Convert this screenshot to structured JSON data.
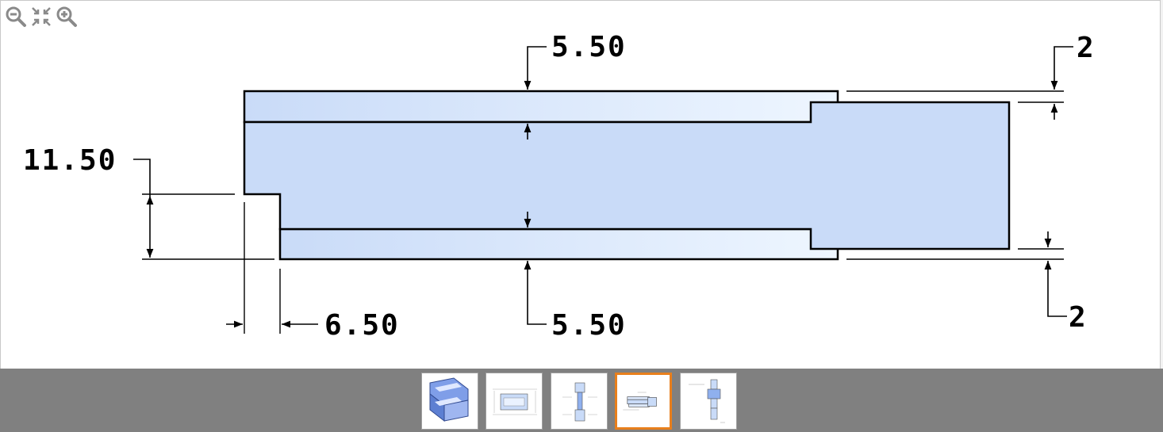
{
  "toolbar": {
    "zoom_out_icon": "zoom-out-icon",
    "fit_icon": "fit-to-screen-icon",
    "zoom_in_icon": "zoom-in-icon"
  },
  "dimensions": {
    "top_center": "5.50",
    "bottom_center": "5.50",
    "left_height": "11.50",
    "left_offset": "6.50",
    "right_top": "2",
    "right_bottom": "2"
  },
  "colors": {
    "part_fill_light": "#e8f2ff",
    "part_fill": "#c9dbf8",
    "active_thumb_border": "#e87f1c",
    "strip_background": "#808080"
  },
  "thumbnails": [
    {
      "label": "isometric-view",
      "active": false
    },
    {
      "label": "drawing-sheet-1",
      "active": false
    },
    {
      "label": "drawing-sheet-2",
      "active": false
    },
    {
      "label": "drawing-sheet-3",
      "active": true
    },
    {
      "label": "drawing-sheet-4",
      "active": false
    }
  ]
}
